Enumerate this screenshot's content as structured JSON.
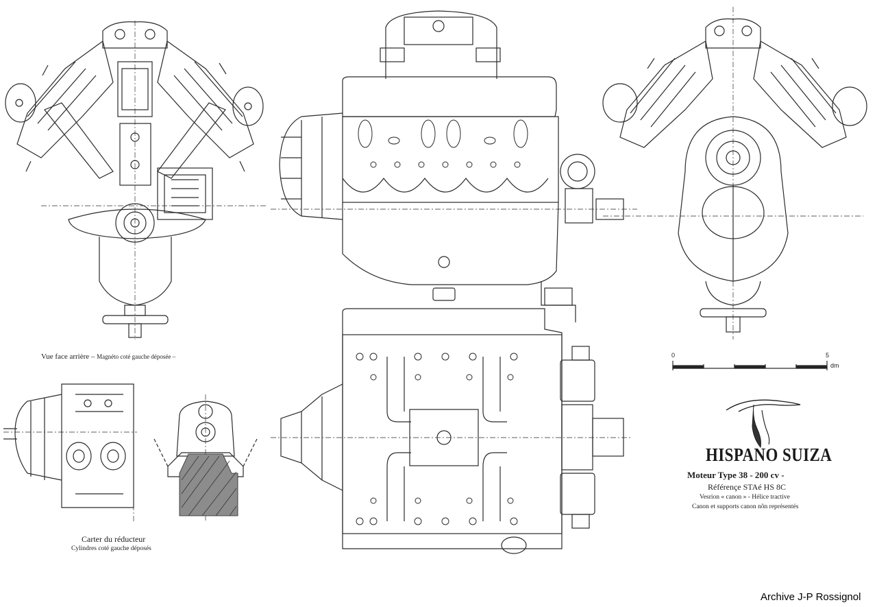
{
  "captions": {
    "rear_view": "Vue face arrière –",
    "rear_view_note": "Magnéto coté gauche déposée –",
    "gearbox_title": "Carter du réducteur",
    "gearbox_note": "Cylindres coté gauche déposés"
  },
  "title_block": {
    "brand": "HISPANO SUIZA",
    "engine": "Moteur Type 38  -  200 cv  -",
    "reference": "Référençe  STAé  HS 8C",
    "version": "Vesrion « canon » - Hélice tractive",
    "note": "Canon et supports canon nõn représentés"
  },
  "scale_bar": {
    "start": "0",
    "end": "5",
    "unit": "dm"
  },
  "credit": "Archive J-P Rossignol"
}
